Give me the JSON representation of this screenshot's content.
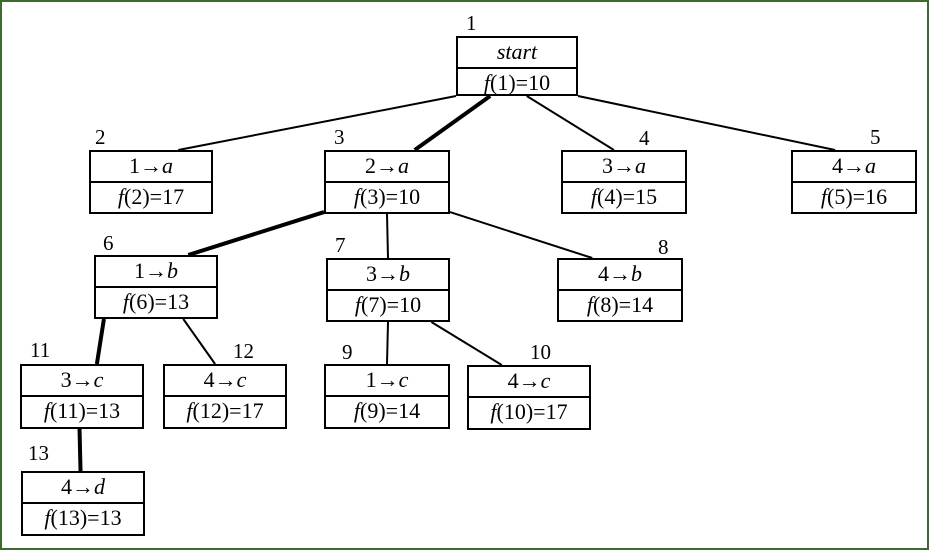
{
  "diagram": {
    "nodes": [
      {
        "id": "1",
        "index_label": "1",
        "step": "start",
        "f_label": "f",
        "f_arg": "(1)=10"
      },
      {
        "id": "2",
        "index_label": "2",
        "move_from": "1",
        "arrow": "→",
        "move_to": "a",
        "f_label": "f",
        "f_arg": "(2)=17"
      },
      {
        "id": "3",
        "index_label": "3",
        "move_from": "2",
        "arrow": "→",
        "move_to": "a",
        "f_label": "f",
        "f_arg": "(3)=10"
      },
      {
        "id": "4",
        "index_label": "4",
        "move_from": "3",
        "arrow": "→",
        "move_to": "a",
        "f_label": "f",
        "f_arg": "(4)=15"
      },
      {
        "id": "5",
        "index_label": "5",
        "move_from": "4",
        "arrow": "→",
        "move_to": "a",
        "f_label": "f",
        "f_arg": "(5)=16"
      },
      {
        "id": "6",
        "index_label": "6",
        "move_from": "1",
        "arrow": "→",
        "move_to": "b",
        "f_label": "f",
        "f_arg": "(6)=13"
      },
      {
        "id": "7",
        "index_label": "7",
        "move_from": "3",
        "arrow": "→",
        "move_to": "b",
        "f_label": "f",
        "f_arg": "(7)=10"
      },
      {
        "id": "8",
        "index_label": "8",
        "move_from": "4",
        "arrow": "→",
        "move_to": "b",
        "f_label": "f",
        "f_arg": "(8)=14"
      },
      {
        "id": "9",
        "index_label": "9",
        "move_from": "1",
        "arrow": "→",
        "move_to": "c",
        "f_label": "f",
        "f_arg": "(9)=14"
      },
      {
        "id": "10",
        "index_label": "10",
        "move_from": "4",
        "arrow": "→",
        "move_to": "c",
        "f_label": "f",
        "f_arg": "(10)=17"
      },
      {
        "id": "11",
        "index_label": "11",
        "move_from": "3",
        "arrow": "→",
        "move_to": "c",
        "f_label": "f",
        "f_arg": "(11)=13"
      },
      {
        "id": "12",
        "index_label": "12",
        "move_from": "4",
        "arrow": "→",
        "move_to": "c",
        "f_label": "f",
        "f_arg": "(12)=17"
      },
      {
        "id": "13",
        "index_label": "13",
        "move_from": "4",
        "arrow": "→",
        "move_to": "d",
        "f_label": "f",
        "f_arg": "(13)=13"
      }
    ],
    "edges": [
      {
        "from": "1",
        "to": "2",
        "bold": false
      },
      {
        "from": "1",
        "to": "3",
        "bold": true
      },
      {
        "from": "1",
        "to": "4",
        "bold": false
      },
      {
        "from": "1",
        "to": "5",
        "bold": false
      },
      {
        "from": "3",
        "to": "6",
        "bold": true
      },
      {
        "from": "3",
        "to": "7",
        "bold": false
      },
      {
        "from": "3",
        "to": "8",
        "bold": false
      },
      {
        "from": "6",
        "to": "11",
        "bold": true
      },
      {
        "from": "6",
        "to": "12",
        "bold": false
      },
      {
        "from": "7",
        "to": "9",
        "bold": false
      },
      {
        "from": "7",
        "to": "10",
        "bold": false
      },
      {
        "from": "11",
        "to": "13",
        "bold": true
      }
    ],
    "colors": {
      "frame": "#3d6b2e",
      "line": "#000000"
    }
  }
}
